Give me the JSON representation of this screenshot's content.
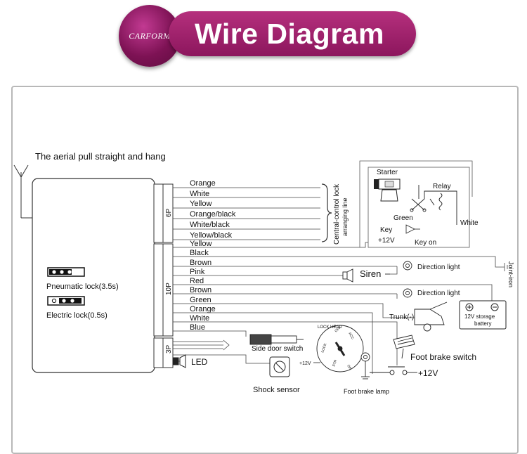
{
  "header": {
    "brand": "CARFORM",
    "title": "Wire Diagram"
  },
  "diagram": {
    "antenna_note": "The aerial pull straight and hang",
    "connectors": {
      "six_pin": "6P",
      "ten_pin": "10P",
      "three_pin": "3P"
    },
    "six_pin_wires": [
      "Orange",
      "White",
      "Yellow",
      "Orange/black",
      "White/black",
      "Yellow/black"
    ],
    "ten_pin_wires": [
      "Yellow",
      "Black",
      "Brown",
      "Pink",
      "Red",
      "Brown",
      "Green",
      "Orange",
      "White",
      "Blue"
    ],
    "jumpers": {
      "pneumatic": "Pneumatic lock(3.5s)",
      "electric": "Electric lock(0.5s)"
    },
    "central_lock": {
      "line1": "Central-control lock",
      "line2": "arranging line"
    },
    "starter_box": {
      "starter": "Starter",
      "relay": "Relay",
      "green": "Green",
      "white": "White",
      "key": "Key",
      "plus12v": "+12V",
      "key_on": "Key on"
    },
    "components": {
      "siren": "Siren",
      "direction_light_1": "Direction light",
      "direction_light_2": "Direction light",
      "joint_iron": "Joint-iron",
      "trunk": "Trunk(-)",
      "battery_line1": "12V  storage",
      "battery_line2": "battery",
      "side_door_switch": "Side door switch",
      "foot_brake_switch": "Foot brake switch",
      "foot_brake_lamp": "Foot brake lamp",
      "shock_sensor": "Shock sensor",
      "led": "LED",
      "plus12v_right": "+12V",
      "plus12v_ignition": "+12V"
    },
    "ignition_switch": {
      "lock_head": "LOCK HEAD",
      "lock": "LOCK",
      "off": "OFF",
      "acc": "ACC",
      "on": "ON",
      "str": "STR"
    }
  }
}
